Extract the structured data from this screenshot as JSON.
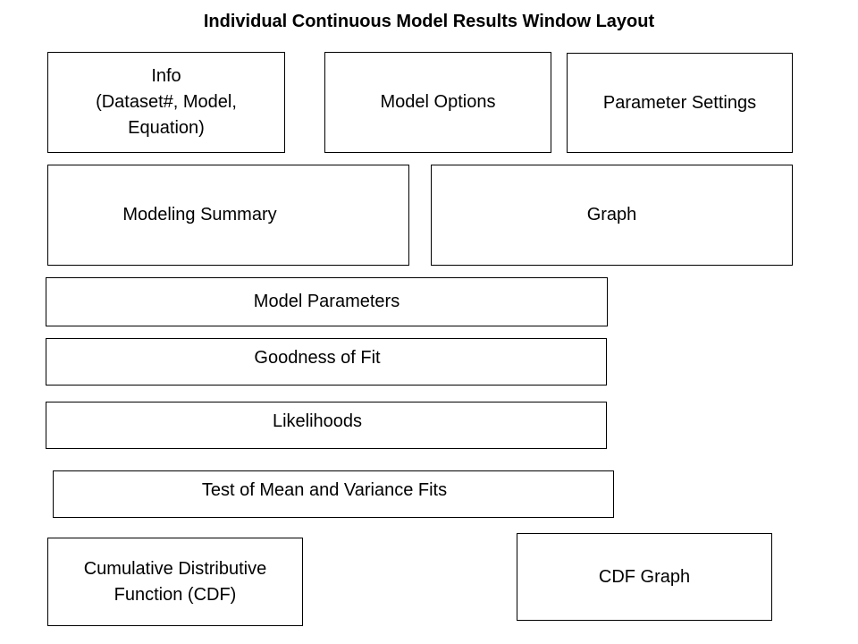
{
  "title": "Individual Continuous Model Results Window Layout",
  "boxes": {
    "info": "Info\n(Dataset#, Model,\nEquation)",
    "model_options": "Model Options",
    "parameter_settings": "Parameter Settings",
    "modeling_summary": "Modeling Summary",
    "graph": "Graph",
    "model_parameters": "Model Parameters",
    "goodness_of_fit": "Goodness of Fit",
    "likelihoods": "Likelihoods",
    "test_mean_variance": "Test of Mean and Variance Fits",
    "cdf": "Cumulative Distributive\nFunction (CDF)",
    "cdf_graph": "CDF Graph"
  }
}
